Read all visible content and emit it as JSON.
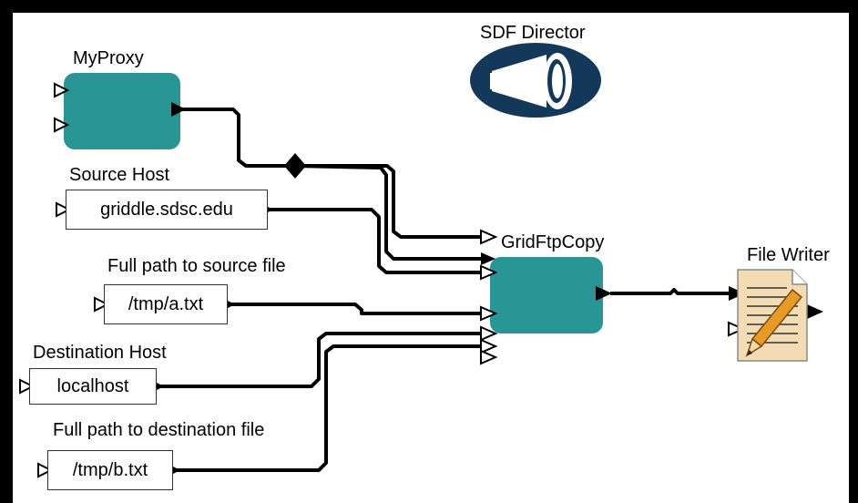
{
  "director": {
    "label": "SDF Director"
  },
  "actors": {
    "myproxy": {
      "label": "MyProxy"
    },
    "gridftpcopy": {
      "label": "GridFtpCopy"
    },
    "filewriter": {
      "label": "File Writer"
    }
  },
  "parameters": {
    "source_host": {
      "label": "Source Host",
      "value": "griddle.sdsc.edu"
    },
    "source_path": {
      "label": "Full path to source file",
      "value": "/tmp/a.txt"
    },
    "dest_host": {
      "label": "Destination Host",
      "value": "localhost"
    },
    "dest_path": {
      "label": "Full path to destination file",
      "value": "/tmp/b.txt"
    }
  },
  "colors": {
    "actor_fill": "#2a9595",
    "director_fill": "#14385a",
    "canvas": "#ffffff",
    "frame": "#000000",
    "writer_paper": "#f3dcb4",
    "writer_pencil": "#e89a28"
  }
}
